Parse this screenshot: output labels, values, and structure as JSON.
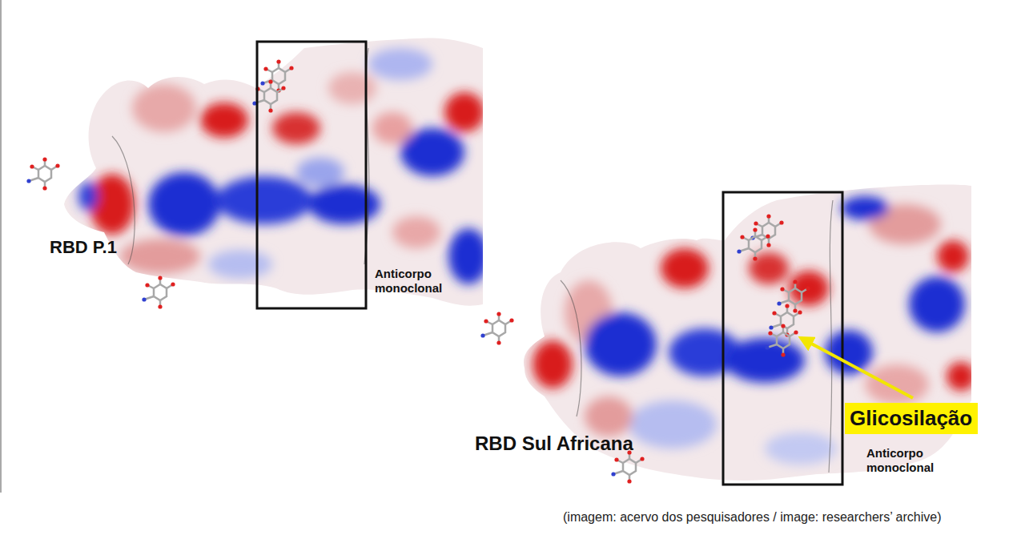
{
  "diagram": {
    "caption": "(imagem: acervo dos pesquisadores / image: researchers’ archive)",
    "nodes": [
      {
        "text": [
          "Glicosilação"
        ]
      }
    ],
    "labels": [
      "RBD P.1",
      "Anticorpo monoclonal",
      "RBD Sul Africana",
      "Anticorpo monoclonal"
    ]
  }
}
